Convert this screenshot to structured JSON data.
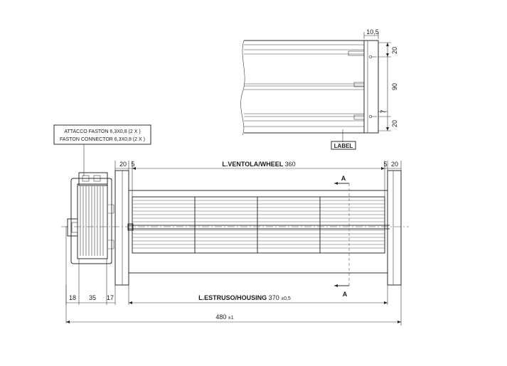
{
  "labels": {
    "label_tag": "LABEL",
    "connector_it": "ATTACCO FASTON 6,3X0,8 (2 X )",
    "connector_en": "FASTON CONNECTOR 6,3X0,8 (2 X )",
    "wheel_length_label": "L.VENTOLA/WHEEL",
    "wheel_length_value": "360",
    "housing_length_label": "L.ESTRUSO/HOUSING",
    "housing_length_value": "370",
    "housing_tolerance": "±0,5",
    "overall_length_value": "480",
    "overall_tolerance": "±1",
    "section_mark_top": "A",
    "section_mark_bottom": "A"
  },
  "dimensions": {
    "top_20_left": "20",
    "top_5_left": "5",
    "top_5_right": "5",
    "top_20_right": "20",
    "bottom_18": "18",
    "bottom_35": "35",
    "bottom_17": "17",
    "side_width_10_5": "10,5",
    "side_20_top": "20",
    "side_90": "90",
    "side_7": "7",
    "side_20_bottom": "20"
  }
}
